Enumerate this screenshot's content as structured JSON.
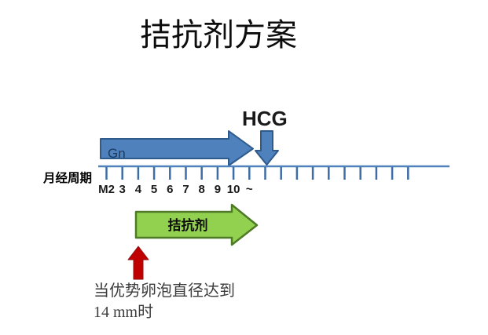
{
  "title": "拮抗剂方案",
  "hcg": {
    "label": "HCG"
  },
  "gn_arrow": {
    "label": "Gn"
  },
  "timeline": {
    "axis_label": "月经周期",
    "tick_count": 20,
    "tick_labels": [
      "M2",
      "3",
      "4",
      "5",
      "6",
      "7",
      "8",
      "9",
      "10",
      "~"
    ]
  },
  "antagonist_arrow": {
    "label": "拮抗剂"
  },
  "annotation": {
    "line1": "当优势卵泡直径达到",
    "line2": "14 mm时"
  },
  "colors": {
    "arrow_blue": "#4f81bd",
    "arrow_blue_border": "#2f5a8c",
    "axis_blue": "#4f81bd",
    "tick_blue": "#3e6da6",
    "green": "#92d050",
    "green_border": "#4f7a28",
    "red": "#c00000",
    "red_border": "#8f1212"
  }
}
